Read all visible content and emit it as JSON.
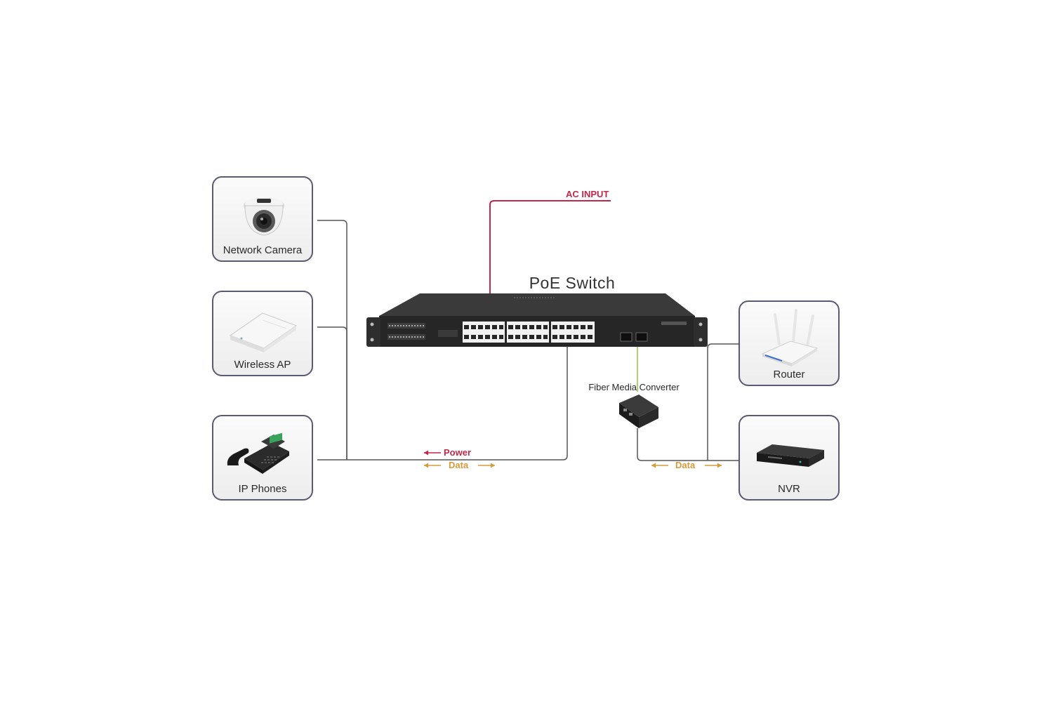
{
  "diagram": {
    "title": "PoE Switch",
    "ac_input": "AC INPUT",
    "fiber_media_converter": "Fiber Media Converter",
    "flows": {
      "power": "Power",
      "data_left": "Data",
      "data_right": "Data"
    },
    "devices": {
      "network_camera": "Network Camera",
      "wireless_ap": "Wireless AP",
      "ip_phones": "IP Phones",
      "router": "Router",
      "nvr": "NVR"
    },
    "colors": {
      "card_border": "#5a5a72",
      "connector_line": "#555555",
      "ac_line": "#c0294a",
      "fiber_line": "#8cc63f",
      "power": "#c0294a",
      "data": "#d99a3a",
      "switch_body": "#262626"
    }
  }
}
